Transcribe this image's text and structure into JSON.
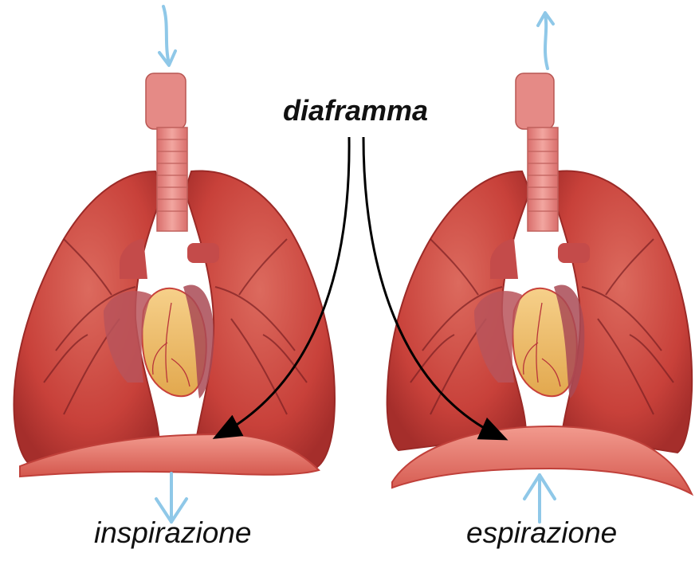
{
  "labels": {
    "diaphragm": "diaframma",
    "inhalation": "inspirazione",
    "exhalation": "espirazione"
  },
  "colors": {
    "lung": "#c8413a",
    "lung_dark": "#a52e2b",
    "lung_light": "#dc6a5e",
    "trachea": "#e88a87",
    "heart": "#f0c070",
    "heart_vessel": "#b8343a",
    "diaphragm": "#e67e74",
    "airflow_arrow": "#8fc8e8",
    "pointer_arrow": "#000000"
  },
  "airflow": {
    "inhalation_direction": "down",
    "exhalation_direction": "up"
  }
}
